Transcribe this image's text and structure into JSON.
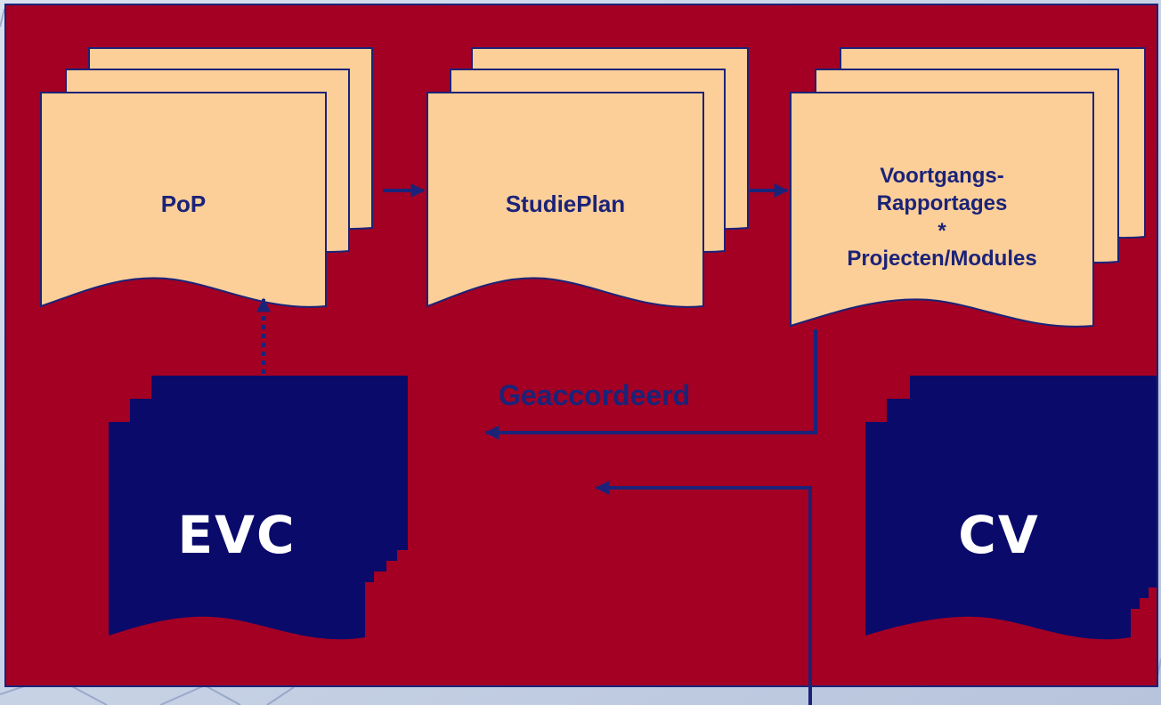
{
  "documents": {
    "pop": {
      "label": "PoP"
    },
    "studieplan": {
      "label": "StudiePlan"
    },
    "voortgang": {
      "line1": "Voortgangs-",
      "line2": "Rapportages",
      "line3": "*",
      "line4": "Projecten/Modules"
    },
    "evc": {
      "label": "EVC"
    },
    "cv": {
      "label": "CV"
    }
  },
  "connectors": {
    "approved_label": "Geaccordeerd"
  },
  "colors": {
    "panel": "#a30024",
    "doc_fill": "#fccf99",
    "doc_dark": "#0a0a6b",
    "arrow": "#1b2378",
    "page_background": "#c9d4e6"
  }
}
